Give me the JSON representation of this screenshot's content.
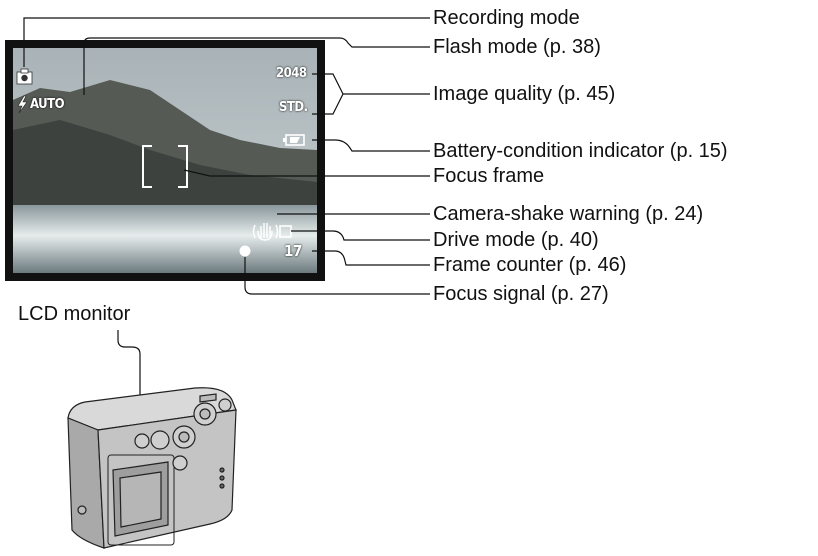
{
  "osd": {
    "flash_text": "AUTO",
    "image_size": "2048",
    "quality": "STD.",
    "frame_count": "17"
  },
  "callouts": [
    {
      "id": "recording-mode",
      "text": "Recording mode"
    },
    {
      "id": "flash-mode",
      "text": "Flash mode (p. 38)"
    },
    {
      "id": "image-quality",
      "text": "Image quality (p. 45)"
    },
    {
      "id": "battery-indicator",
      "text": "Battery-condition indicator (p. 15)"
    },
    {
      "id": "focus-frame",
      "text": "Focus frame"
    },
    {
      "id": "camera-shake-warning",
      "text": "Camera-shake warning (p. 24)"
    },
    {
      "id": "drive-mode",
      "text": "Drive mode (p. 40)"
    },
    {
      "id": "frame-counter",
      "text": "Frame counter (p. 46)"
    },
    {
      "id": "focus-signal",
      "text": "Focus signal (p. 27)"
    }
  ],
  "lcd_monitor_label": "LCD monitor",
  "colors": {
    "screen_border": "#111111",
    "sky": "#b9c3c6",
    "hills": "#4e524e",
    "sea": "#7d8c92"
  }
}
